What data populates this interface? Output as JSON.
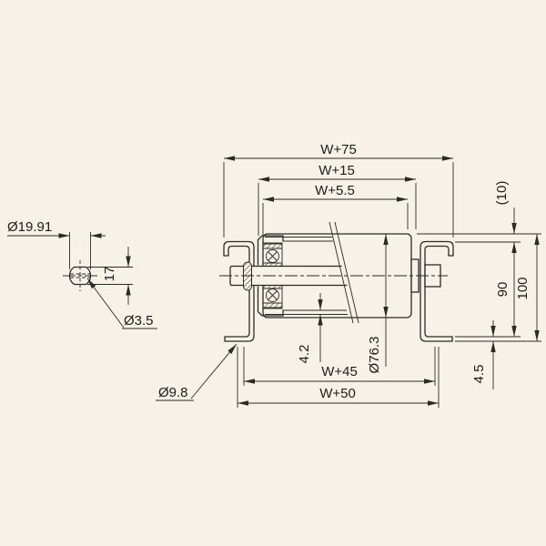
{
  "colors": {
    "background": "#f6f2e7",
    "line": "#2b2b26",
    "text": "#1c1c1a"
  },
  "drawing": {
    "type": "mechanical-roller-drawing",
    "views": {
      "left": "shaft-end-view",
      "main": "roller-front-section-view"
    }
  },
  "dims": {
    "w_plus_75": "W+75",
    "w_plus_15": "W+15",
    "w_plus_5_5": "W+5.5",
    "w_plus_45": "W+45",
    "w_plus_50": "W+50",
    "dia_76_3": "Ø76.3",
    "dim_4_2": "4.2",
    "ref_10": "(10)",
    "dim_90": "90",
    "dim_100": "100",
    "dim_4_5": "4.5",
    "dia_19_91": "Ø19.91",
    "dim_17": "17",
    "dia_3_5": "Ø3.5",
    "dia_9_8": "Ø9.8"
  }
}
